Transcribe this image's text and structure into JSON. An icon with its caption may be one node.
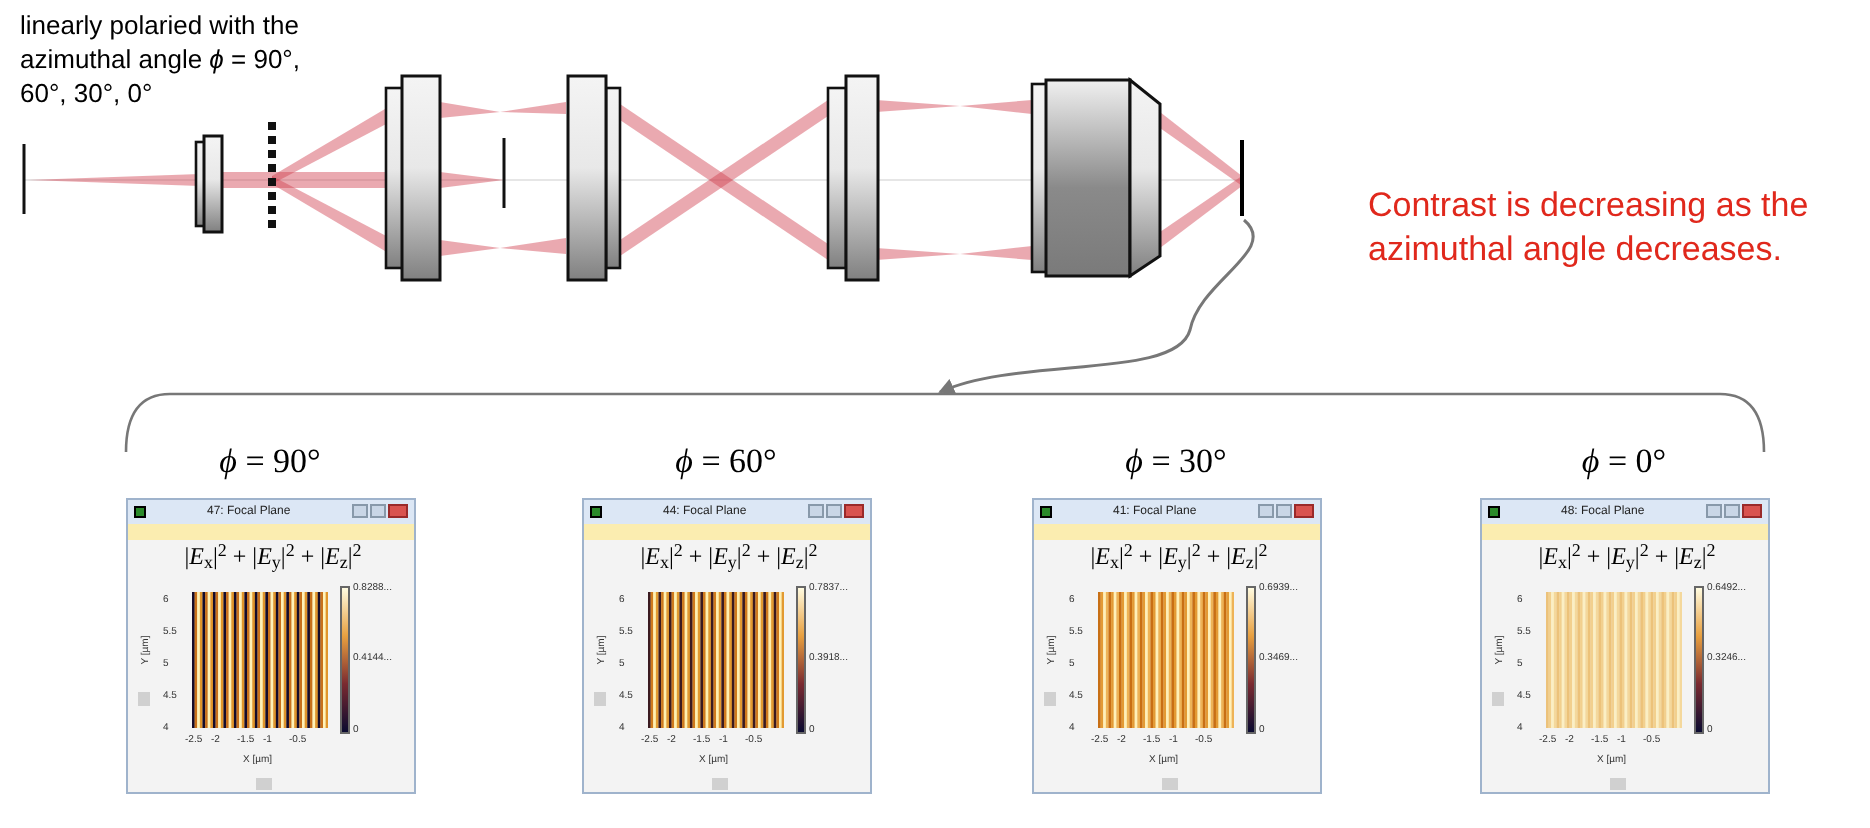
{
  "diagram": {
    "nodes": [
      {
        "text": [],
        "shape": "bar"
      },
      {
        "text": [],
        "shape": "bracket"
      },
      {
        "text": [
          "*ϕ* = 90°",
          "47: Focal Plane",
          "|*E*$_{x}$|$^{2}$ + |*E*$_{y}$|$^{2}$ + |*E*$_{z}$|$^{2}$",
          "0.8288...",
          "0.4144...",
          "0",
          "6",
          "5.5",
          "5",
          "4.5",
          "4",
          "Y [µm]",
          "-2.5",
          "-2",
          "-1.5",
          "-1",
          "-0.5",
          "X [µm]"
        ],
        "in": 1
      },
      {
        "text": [
          "*ϕ* = 60°",
          "44: Focal Plane",
          "|*E*$_{x}$|$^{2}$ + |*E*$_{y}$|$^{2}$ + |*E*$_{z}$|$^{2}$",
          "0.7837...",
          "0.3918...",
          "0",
          "6",
          "5.5",
          "5",
          "4.5",
          "4",
          "Y [µm]",
          "-2.5",
          "-2",
          "-1.5",
          "-1",
          "-0.5",
          "X [µm]"
        ],
        "in": 1
      },
      {
        "text": [
          "*ϕ* = 30°",
          "41: Focal Plane",
          "|*E*$_{x}$|$^{2}$ + |*E*$_{y}$|$^{2}$ + |*E*$_{z}$|$^{2}$",
          "0.6939...",
          "0.3469...",
          "0",
          "6",
          "5.5",
          "5",
          "4.5",
          "4",
          "Y [µm]",
          "-2.5",
          "-2",
          "-1.5",
          "-1",
          "-0.5",
          "X [µm]"
        ],
        "in": 1
      },
      {
        "text": [
          "*ϕ* = 0°",
          "48: Focal Plane",
          "|*E*$_{x}$|$^{2}$ + |*E*$_{y}$|$^{2}$ + |*E*$_{z}$|$^{2}$",
          "0.6492...",
          "0.3246...",
          "0",
          "6",
          "5.5",
          "5",
          "4.5",
          "4",
          "Y [µm]",
          "-2.5",
          "-2",
          "-1.5",
          "-1",
          "-0.5",
          "X [µm]"
        ],
        "in": 1
      }
    ],
    "edges": [
      {
        "from": 0,
        "to": 1,
        "arrow": "to"
      }
    ],
    "labels": [
      "linearly polaried with the azimuthal angle *ϕ* = 90°,  60°, 30°, 0°",
      "Contrast is decreasing as the azimuthal angle decreases."
    ]
  }
}
